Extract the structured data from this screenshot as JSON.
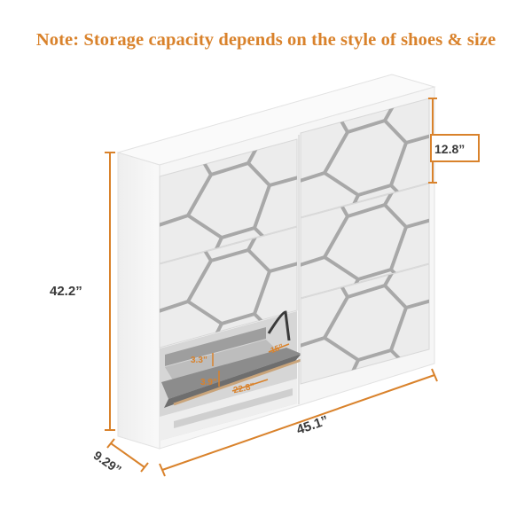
{
  "note": "Note: Storage capacity depends on the style of shoes & size",
  "colors": {
    "accent": "#d9822b",
    "panel": "#ececec",
    "cabinet": "#f6f6f6",
    "hex_line": "#a8a8a8"
  },
  "dimensions": {
    "height": "42.2”",
    "width": "45.1”",
    "depth": "9.29”",
    "drawer_height": "12.8”",
    "inner_a": "3.3”",
    "inner_b": "3.9”",
    "inner_c": "22.8”",
    "inner_d": "15”"
  }
}
